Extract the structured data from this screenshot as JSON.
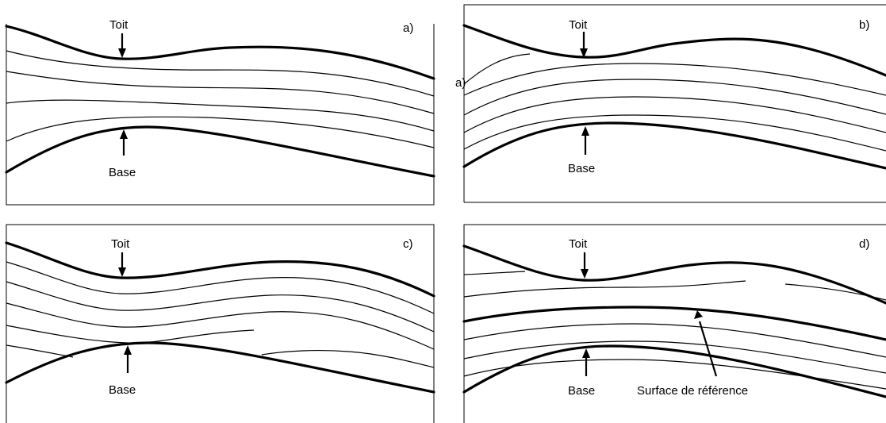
{
  "panels": [
    {
      "id": "a",
      "panel_label": "a)",
      "top_label": "Toit",
      "base_label": "Base"
    },
    {
      "id": "b",
      "panel_label": "b)",
      "top_label": "Toit",
      "base_label": "Base",
      "stray_label": "a)"
    },
    {
      "id": "c",
      "panel_label": "c)",
      "top_label": "Toit",
      "base_label": "Base"
    },
    {
      "id": "d",
      "panel_label": "d)",
      "top_label": "Toit",
      "base_label": "Base",
      "reference_label": "Surface de référence"
    }
  ]
}
